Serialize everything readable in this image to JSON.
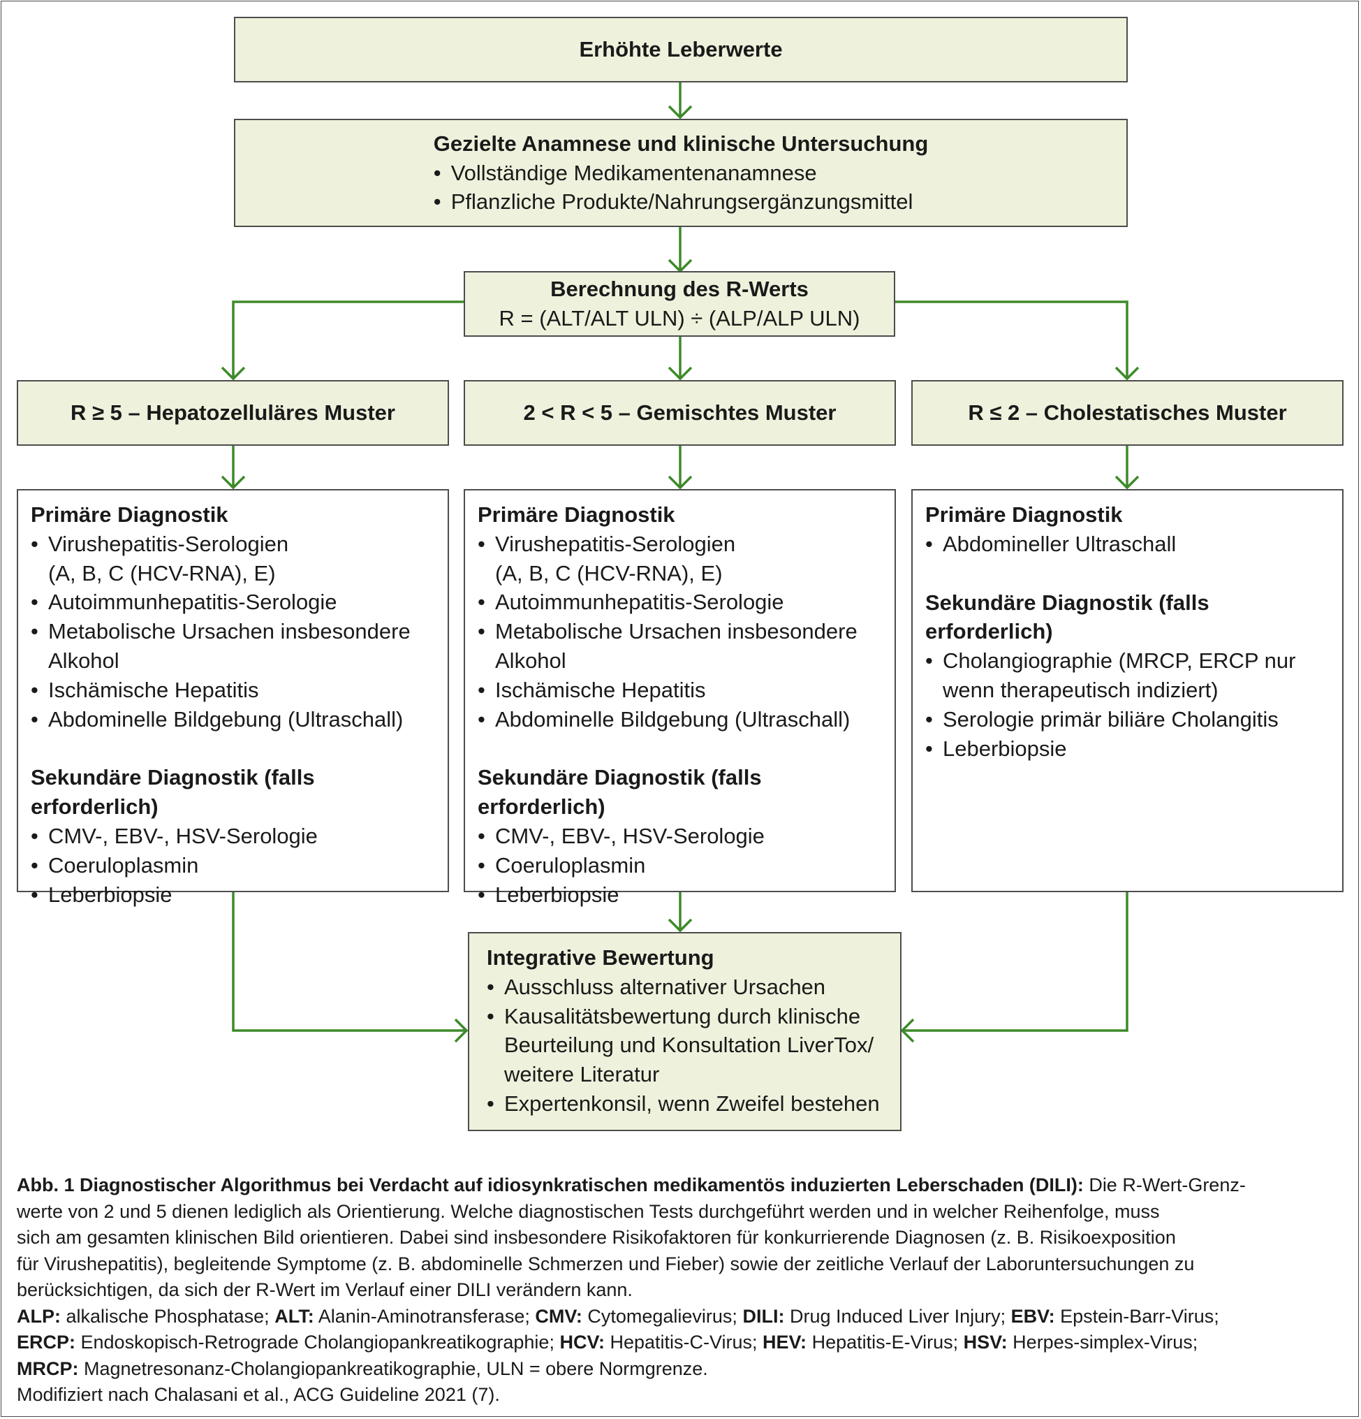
{
  "top": {
    "title": "Erhöhte Leberwerte"
  },
  "anamnese": {
    "title": "Gezielte Anamnese und klinische Untersuchung",
    "items": [
      "Vollständige Medikamentenanamnese",
      "Pflanzliche Produkte/Nahrungsergänzungsmittel"
    ]
  },
  "rwert": {
    "title": "Berechnung des R-Werts",
    "formula": "R = (ALT/ALT ULN) ÷ (ALP/ALP ULN)"
  },
  "patterns": [
    {
      "label": "R ≥ 5 – Hepatozelluläres Muster"
    },
    {
      "label": "2 < R < 5 – Gemischtes Muster"
    },
    {
      "label": "R ≤ 2 – Cholestatisches Muster"
    }
  ],
  "diag_left": {
    "primary_title": "Primäre Diagnostik",
    "primary_items": [
      [
        "Virushepatitis-Serologien",
        "(A, B, C (HCV-RNA), E)"
      ],
      [
        "Autoimmunhepatitis-Serologie"
      ],
      [
        "Metabolische Ursachen insbesondere",
        "Alkohol"
      ],
      [
        "Ischämische Hepatitis"
      ],
      [
        "Abdominelle Bildgebung (Ultraschall)"
      ]
    ],
    "secondary_title": "Sekundäre Diagnostik (falls erforderlich)",
    "secondary_items": [
      "CMV-, EBV-, HSV-Serologie",
      "Coeruloplasmin",
      "Leberbiopsie"
    ]
  },
  "diag_mid": {
    "primary_title": "Primäre Diagnostik",
    "primary_items": [
      [
        "Virushepatitis-Serologien",
        "(A, B, C (HCV-RNA), E)"
      ],
      [
        "Autoimmunhepatitis-Serologie"
      ],
      [
        "Metabolische Ursachen insbesondere",
        "Alkohol"
      ],
      [
        "Ischämische Hepatitis"
      ],
      [
        "Abdominelle Bildgebung (Ultraschall)"
      ]
    ],
    "secondary_title": "Sekundäre Diagnostik (falls erforderlich)",
    "secondary_items": [
      "CMV-, EBV-, HSV-Serologie",
      "Coeruloplasmin",
      "Leberbiopsie"
    ]
  },
  "diag_right": {
    "primary_title": "Primäre Diagnostik",
    "primary_items": [
      [
        "Abdomineller Ultraschall"
      ]
    ],
    "secondary_title": "Sekundäre Diagnostik (falls erforderlich)",
    "secondary_items": [
      [
        "Cholangiographie (MRCP, ERCP nur",
        "wenn therapeutisch indiziert)"
      ],
      [
        "Serologie primär biliäre Cholangitis"
      ],
      [
        "Leberbiopsie"
      ]
    ]
  },
  "integrative": {
    "title": "Integrative Bewertung",
    "items": [
      [
        "Ausschluss alternativer Ursachen"
      ],
      [
        "Kausalitätsbewertung durch klinische",
        "Beurteilung und Konsultation LiverTox/",
        "weitere Literatur"
      ],
      [
        "Expertenkonsil, wenn Zweifel bestehen"
      ]
    ]
  },
  "caption": {
    "title": "Abb. 1 Diagnostischer Algorithmus bei Verdacht auf idiosynkratischen medikamentös induzierten Leberschaden (DILI):",
    "lines": [
      " Die R-Wert-Grenz-",
      "werte von 2 und 5 dienen lediglich als Orientierung. Welche diagnostischen Tests durchgeführt werden und in welcher Reihenfolge, muss",
      "sich am gesamten klinischen Bild orientieren. Dabei sind insbesondere Risikofaktoren für konkurrierende Diagnosen (z. B. Risikoexposition",
      "für Virushepatitis), begleitende Symptome (z. B. abdominelle Schmerzen und Fieber) sowie der zeitliche Verlauf der Laboruntersuchungen zu",
      "berücksichtigen, da sich der R-Wert im Verlauf einer DILI verändern kann."
    ],
    "abbreviations": [
      [
        [
          "ALP:",
          " alkalische Phosphatase; "
        ],
        [
          "ALT:",
          " Alanin-Aminotransferase; "
        ],
        [
          "CMV:",
          " Cytomegalievirus; "
        ],
        [
          "DILI:",
          " Drug Induced Liver Injury; "
        ],
        [
          "EBV:",
          " Epstein-Barr-Virus;"
        ]
      ],
      [
        [
          "ERCP:",
          " Endoskopisch-Retrograde Cholangiopankreatikographie; "
        ],
        [
          "HCV:",
          " Hepatitis-C-Virus; "
        ],
        [
          "HEV:",
          " Hepatitis-E-Virus; "
        ],
        [
          "HSV:",
          " Herpes-simplex-Virus;"
        ]
      ],
      [
        [
          "MRCP:",
          " Magnetresonanz-Cholangiopankreatikographie, ULN = obere Normgrenze."
        ]
      ]
    ],
    "source": "Modifiziert nach Chalasani et al., ACG Guideline 2021 (7)."
  },
  "colors": {
    "arrow": "#3d8a2a",
    "box_green": "#eef2dc",
    "border": "#4d4d4d"
  }
}
